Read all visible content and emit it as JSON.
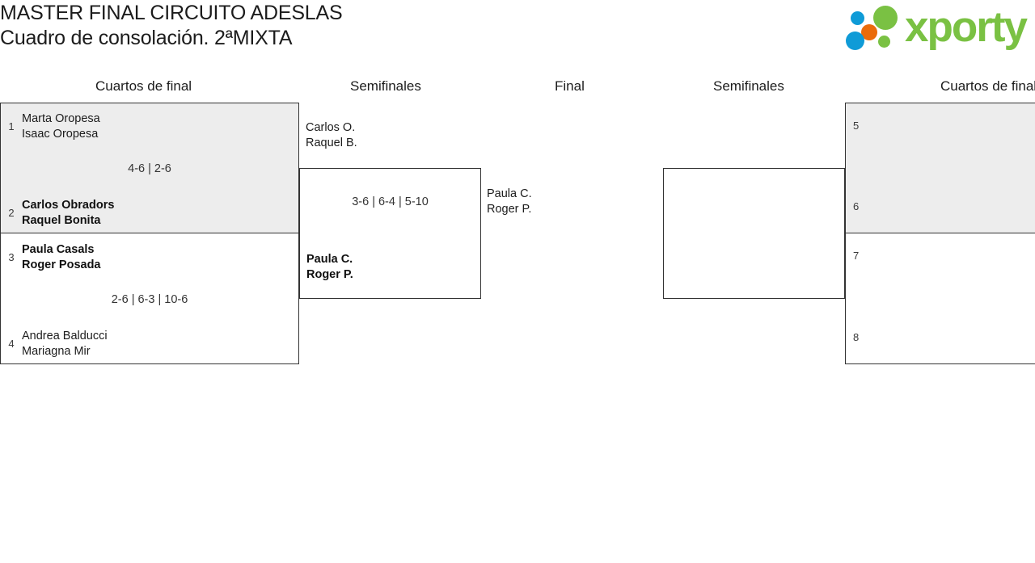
{
  "header": {
    "title_line1": "MASTER FINAL CIRCUITO ADESLAS",
    "title_line2": "Cuadro de consolación. 2ªMIXTA"
  },
  "logo": {
    "wordmark": "xporty",
    "green": "#7ac143",
    "blue": "#0f9bd7",
    "orange": "#ea6b0a"
  },
  "rounds": [
    {
      "label": "Cuartos de final"
    },
    {
      "label": "Semifinales"
    },
    {
      "label": "Final"
    },
    {
      "label": "Semifinales"
    },
    {
      "label": "Cuartos de final"
    }
  ],
  "bracket": {
    "left_quarters": [
      {
        "top": {
          "seed": "1",
          "player1": "Marta Oropesa",
          "player2": "Isaac Oropesa",
          "winner": false
        },
        "bottom": {
          "seed": "2",
          "player1": "Carlos Obradors",
          "player2": "Raquel Bonita",
          "winner": true
        },
        "score": "4-6 | 2-6"
      },
      {
        "top": {
          "seed": "3",
          "player1": "Paula Casals",
          "player2": "Roger Posada",
          "winner": true
        },
        "bottom": {
          "seed": "4",
          "player1": "Andrea Balducci",
          "player2": "Mariagna Mir",
          "winner": false
        },
        "score": "2-6 | 6-3 | 10-6"
      }
    ],
    "left_semifinal": {
      "top": {
        "player1": "Carlos O.",
        "player2": "Raquel B.",
        "winner": false
      },
      "bottom": {
        "player1": "Paula C.",
        "player2": "Roger P.",
        "winner": true
      },
      "score": "3-6 | 6-4 | 5-10"
    },
    "final": {
      "entrant": {
        "player1": "Paula C.",
        "player2": "Roger P.",
        "winner": false
      }
    },
    "right_semifinal": {
      "top": {
        "player1": "",
        "player2": "",
        "winner": false
      },
      "bottom": {
        "player1": "",
        "player2": "",
        "winner": false
      },
      "score": ""
    },
    "right_quarters": [
      {
        "top": {
          "seed": "5",
          "player1": "",
          "player2": "",
          "winner": false
        },
        "bottom": {
          "seed": "6",
          "player1": "",
          "player2": "",
          "winner": false
        },
        "score": ""
      },
      {
        "top": {
          "seed": "7",
          "player1": "",
          "player2": "",
          "winner": false
        },
        "bottom": {
          "seed": "8",
          "player1": "",
          "player2": "",
          "winner": false
        },
        "score": ""
      }
    ]
  }
}
